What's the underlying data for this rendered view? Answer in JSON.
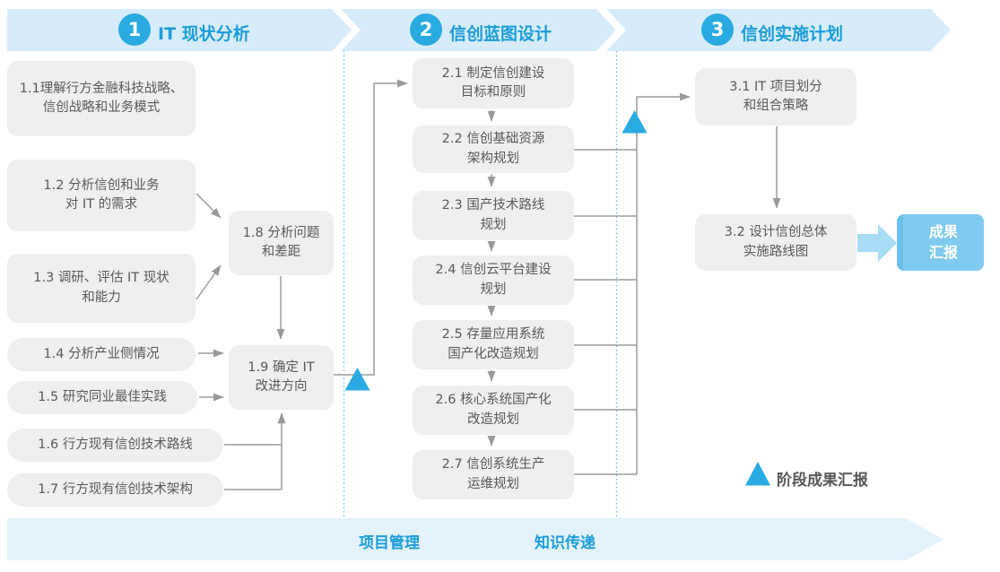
{
  "header": {
    "phases": [
      {
        "number": "1",
        "title": "IT 现状分析"
      },
      {
        "number": "2",
        "title": "信创蓝图设计"
      },
      {
        "number": "3",
        "title": "信创实施计划"
      }
    ]
  },
  "phase1": {
    "boxes": [
      {
        "id": "1.1",
        "label": "1.1理解行方金融科技战略、\n信创战略和业务模式"
      },
      {
        "id": "1.2",
        "label": "1.2 分析信创和业务\n对 IT 的需求"
      },
      {
        "id": "1.3",
        "label": "1.3 调研、评估 IT 现状\n和能力"
      },
      {
        "id": "1.4",
        "label": "1.4 分析产业侧情况"
      },
      {
        "id": "1.5",
        "label": "1.5 研究同业最佳实践"
      },
      {
        "id": "1.6",
        "label": "1.6 行方现有信创技术路线"
      },
      {
        "id": "1.7",
        "label": "1.7 行方现有信创技术架构"
      },
      {
        "id": "1.8",
        "label": "1.8 分析问题\n和差距"
      },
      {
        "id": "1.9",
        "label": "1.9 确定 IT\n改进方向"
      }
    ]
  },
  "phase2": {
    "boxes": [
      {
        "id": "2.1",
        "label": "2.1 制定信创建设\n目标和原则"
      },
      {
        "id": "2.2",
        "label": "2.2 信创基础资源\n架构规划"
      },
      {
        "id": "2.3",
        "label": "2.3 国产技术路线\n规划"
      },
      {
        "id": "2.4",
        "label": "2.4 信创云平台建设\n规划"
      },
      {
        "id": "2.5",
        "label": "2.5 存量应用系统\n国产化改造规划"
      },
      {
        "id": "2.6",
        "label": "2.6 核心系统国产化\n改造规划"
      },
      {
        "id": "2.7",
        "label": "2.7 信创系统生产\n运维规划"
      }
    ]
  },
  "phase3": {
    "boxes": [
      {
        "id": "3.1",
        "label": "3.1 IT 项目划分\n和组合策略"
      },
      {
        "id": "3.2",
        "label": "3.2 设计信创总体\n实施路线图"
      }
    ]
  },
  "result_box": {
    "label": "成果\n汇报"
  },
  "legend": {
    "label": "阶段成果汇报"
  },
  "bottom_band": {
    "items": [
      {
        "label": "项目管理"
      },
      {
        "label": "知识传递"
      }
    ]
  },
  "colors": {
    "accent_blue": "#29abe2",
    "title_blue": "#1b9dd9",
    "header_band": "#d7ecfa",
    "bottom_band": "#e3f2fb",
    "box_gray": "#efefef",
    "box_text": "#58595b",
    "line_gray": "#999999",
    "result_box_blue": "#7fcbef",
    "big_arrow_blue": "#a8dcf6",
    "divider_dotted_blue": "#53c3ed"
  }
}
